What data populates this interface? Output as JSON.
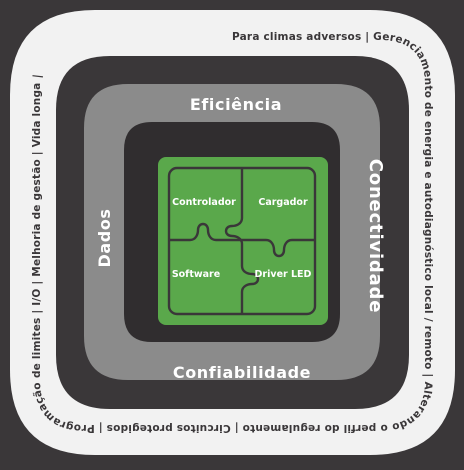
{
  "outer_ring": {
    "phrases": [
      "Para climas adversos",
      "|",
      "Gerenciamento de energia e autodiagnóstico local / remoto",
      "|",
      "Alterando o perfil do regulamento",
      "|",
      "Circuitos protegidos",
      "|",
      "Programação de limites",
      "|",
      "I/O",
      "|",
      "Melhoria de gestão",
      "|",
      "Vida longa",
      "|"
    ]
  },
  "middle_ring": {
    "top": "Eficiência",
    "right": "Conectividade",
    "bottom": "Confiabilidade",
    "left": "Dados"
  },
  "puzzle": {
    "top_left": "Controlador",
    "top_right": "Cargador",
    "bottom_left": "Software",
    "bottom_right": "Driver LED"
  },
  "colors": {
    "background": "#3a3739",
    "outer_ring": "#f2f2f2",
    "gray_ring": "#8b8b8b",
    "inner_dark": "#302d2f",
    "puzzle_green": "#5aa84b",
    "puzzle_stroke": "#3a3739",
    "white": "#ffffff"
  }
}
